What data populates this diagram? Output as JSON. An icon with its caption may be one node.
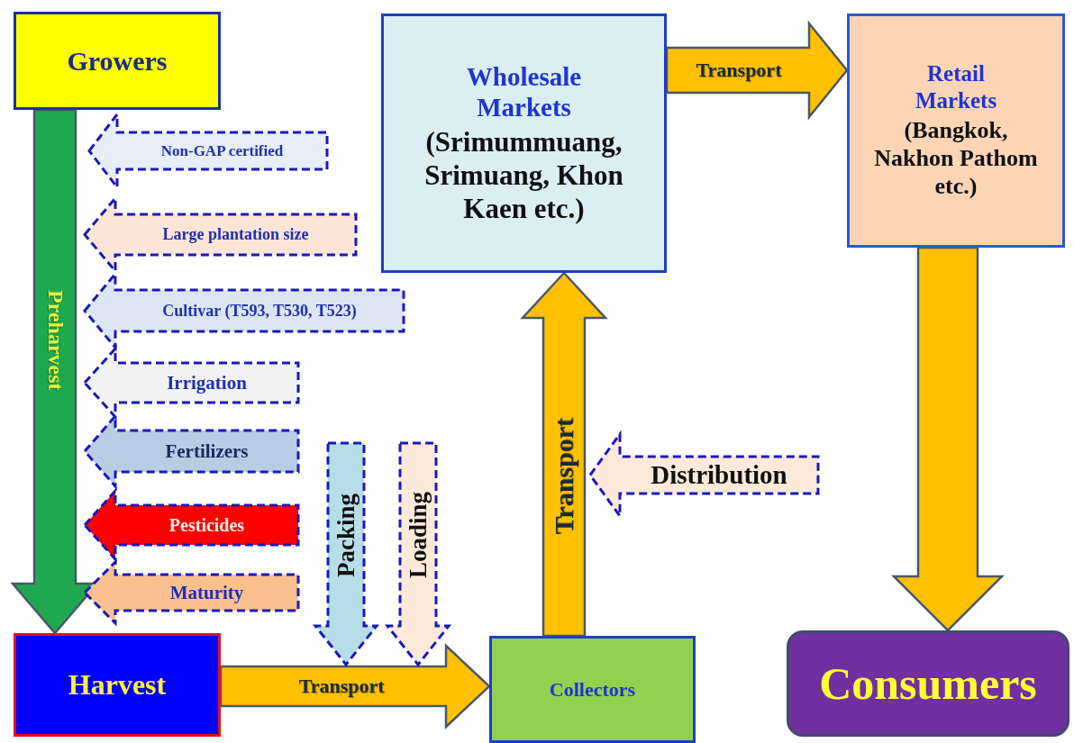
{
  "diagram": {
    "nodes": [
      {
        "text": [
          "Growers"
        ]
      },
      {
        "text": [
          "Wholesale Markets",
          "(Srimummuang, Srimuang, Khon Kaen etc.)"
        ]
      },
      {
        "text": [
          "Retail Markets",
          "(Bangkok, Nakhon Pathom etc.)"
        ]
      },
      {
        "text": [
          "Non-GAP certified"
        ]
      },
      {
        "text": [
          "Large plantation size"
        ]
      },
      {
        "text": [
          "Cultivar (T593, T530, T523)"
        ]
      },
      {
        "text": [
          "Irrigation"
        ]
      },
      {
        "text": [
          "Fertilizers"
        ]
      },
      {
        "text": [
          "Packing"
        ]
      },
      {
        "text": [
          "Loading"
        ]
      },
      {
        "text": [
          "Distribution"
        ]
      },
      {
        "text": [
          "Pesticides"
        ]
      },
      {
        "text": [
          "Maturity"
        ]
      },
      {
        "text": [
          "Harvest"
        ]
      },
      {
        "text": [
          "Collectors"
        ]
      },
      {
        "text": [
          "Consumers"
        ]
      }
    ],
    "edges": [
      {
        "from": 0,
        "to": 13,
        "arrow": "to",
        "label": "Preharvest",
        "color": "#1fa84f"
      },
      {
        "from": 13,
        "to": 14,
        "arrow": "to",
        "label": "Transport"
      },
      {
        "from": 14,
        "to": 1,
        "arrow": "to",
        "label": "Transport"
      },
      {
        "from": 1,
        "to": 2,
        "arrow": "to",
        "label": "Transport"
      },
      {
        "from": 2,
        "to": 15,
        "arrow": "to"
      }
    ]
  }
}
